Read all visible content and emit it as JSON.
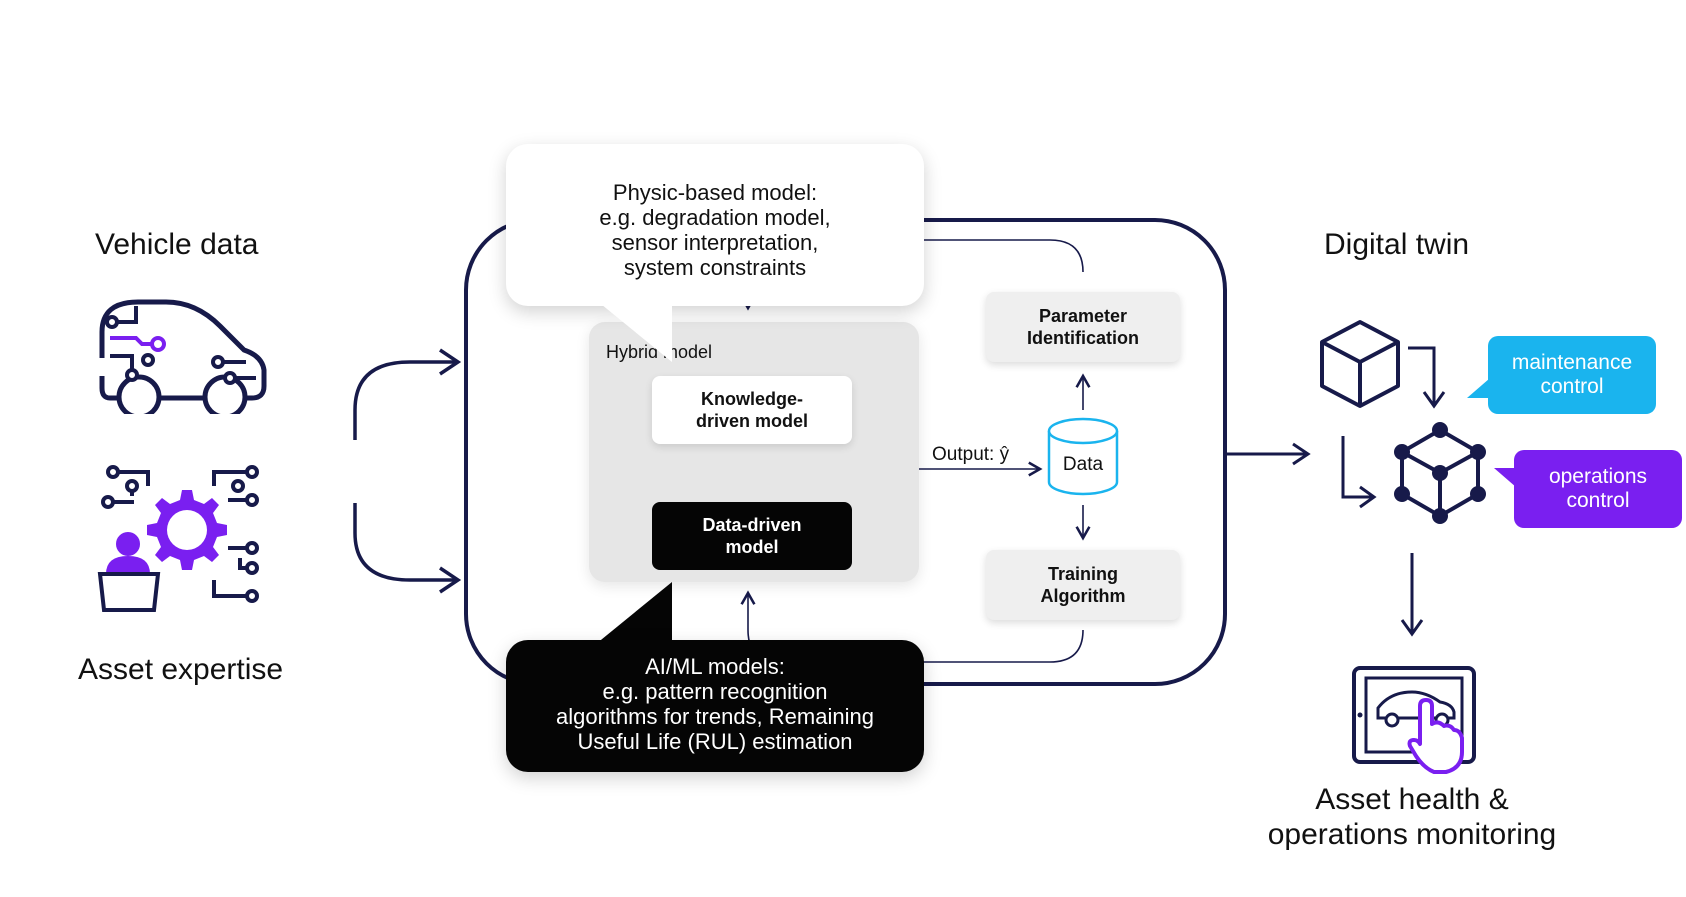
{
  "left": {
    "vehicle_data": "Vehicle data",
    "asset_expertise": "Asset expertise"
  },
  "callout_physics": {
    "lines": [
      "Physic-based model:",
      "e.g. degradation model,",
      "sensor interpretation,",
      "system constraints"
    ]
  },
  "callout_aiml": {
    "lines": [
      "AI/ML models:",
      "e.g. pattern recognition",
      "algorithms for trends, Remaining",
      "Useful Life (RUL) estimation"
    ]
  },
  "hybrid_model": {
    "label": "Hybrid model",
    "knowledge_lines": [
      "Knowledge-",
      "driven model"
    ],
    "data_driven_lines": [
      "Data-driven",
      "model"
    ]
  },
  "output_label": "Output: ŷ",
  "data_label": "Data",
  "parameter_lines": [
    "Parameter",
    "Identification"
  ],
  "training_lines": [
    "Training",
    "Algorithm"
  ],
  "right": {
    "digital_twin": "Digital twin",
    "maintenance_lines": [
      "maintenance",
      "control"
    ],
    "operations_lines": [
      "operations",
      "control"
    ],
    "monitoring_lines": [
      "Asset health &",
      "operations monitoring"
    ]
  },
  "colors": {
    "navy": "#171a4a",
    "purple": "#7a1ff0",
    "cyan": "#1ab4ee",
    "dark_box": "#050505",
    "light_panel": "#e6e6e6"
  },
  "icons": [
    "car-circuit-icon",
    "gear-person-icon",
    "cube-icon",
    "network-cube-icon",
    "tablet-car-icon"
  ]
}
